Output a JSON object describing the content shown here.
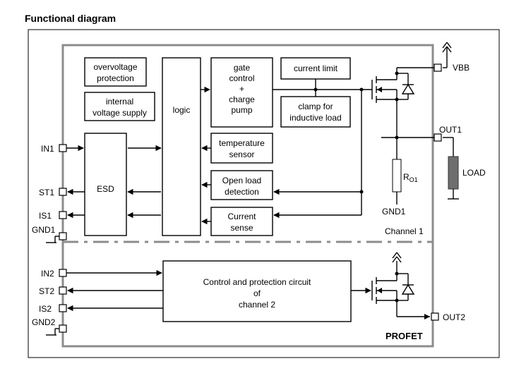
{
  "title": "Functional diagram",
  "blocks": {
    "overvoltage": [
      "overvoltage",
      "protection"
    ],
    "internal_supply": [
      "internal",
      "voltage supply"
    ],
    "logic": "logic",
    "gate_control": [
      "gate",
      "control",
      "+",
      "charge",
      "pump"
    ],
    "current_limit": "current limit",
    "clamp": [
      "clamp for",
      "inductive load"
    ],
    "esd": "ESD",
    "temperature": [
      "temperature",
      "sensor"
    ],
    "open_load": [
      "Open load",
      "detection"
    ],
    "current_sense": [
      "Current",
      "sense"
    ],
    "control_ch2": [
      "Control and protection circuit",
      "of",
      "channel 2"
    ]
  },
  "pins": {
    "vbb": "VBB",
    "out1": "OUT1",
    "out2": "OUT2",
    "in1": "IN1",
    "st1": "ST1",
    "is1": "IS1",
    "gnd1_left": "GND1",
    "in2": "IN2",
    "st2": "ST2",
    "is2": "IS2",
    "gnd2": "GND2"
  },
  "labels": {
    "resistor_main": "R",
    "resistor_sub": "O1",
    "gnd1_under_resistor": "GND1",
    "load": "LOAD",
    "channel1": "Channel 1",
    "brand": "PROFET"
  },
  "colors": {
    "frame": "#8c8c8c",
    "load_fill": "#6e6e6e"
  }
}
